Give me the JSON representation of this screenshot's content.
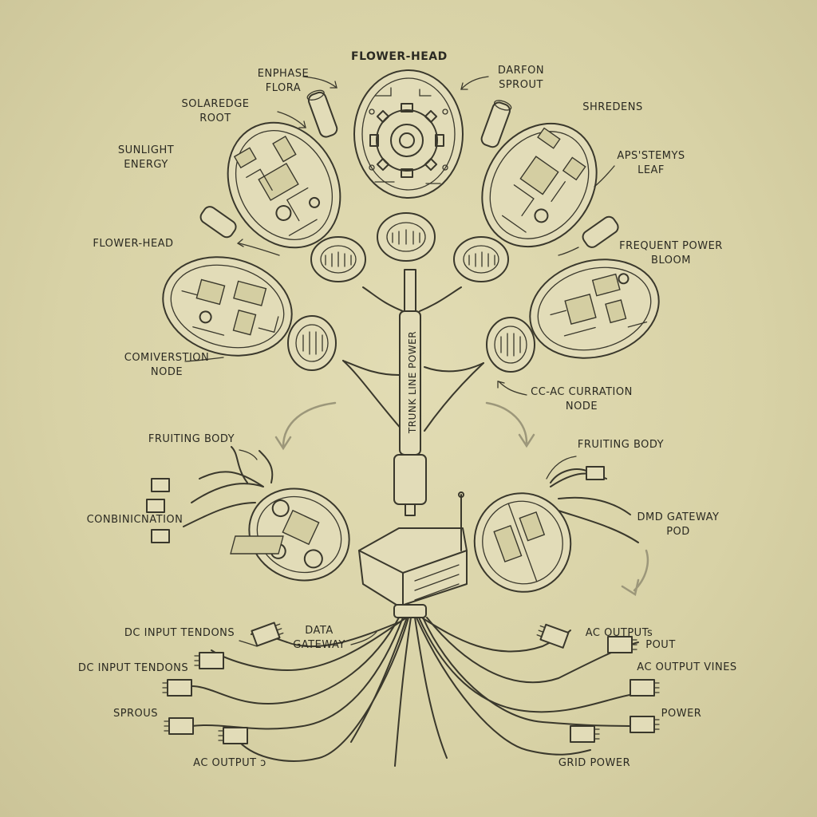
{
  "title": "FLOWER-HEAD",
  "trunk_text": "TRUNK LINE POWER",
  "labels": {
    "enphase_flora": "ENPHASE\nFLORA",
    "darfon_sprout": "DARFON\nSPROUT",
    "solaredge_root": "SOLAREDGE\nROOT",
    "shredens": "SHREDENS",
    "sunlight_energy": "SUNLIGHT\nENERGY",
    "apsystemys_leaf": "APS'STEMYS\nLEAF",
    "flower_head_left": "FLOWER-HEAD",
    "frequent_power_bloom": "FREQUENT POWER\nBLOOM",
    "comiverstion_node": "COMIVERSTION\nNODE",
    "cc_ac_curration_node": "CC-AC CURRATION\nNODE",
    "fruiting_body_left": "FRUITING BODY",
    "fruiting_body_right": "FRUITING BODY",
    "conbinicnation": "CONBINICNATION",
    "dmd_gateway_pod": "DMD GATEWAY\nPOD",
    "data_gateway": "DATA\nGATEWAY",
    "dc_input_tendons_1": "DC INPUT TENDONS",
    "dc_input_tendons_2": "DC INPUT TENDONS",
    "sprous": "SPROUS",
    "ac_output_left": "AC OUTPUT ɔ",
    "ac_outputs": "AC OUTPUTs",
    "pout": "POUT",
    "ac_output_vines": "AC OUTPUT VINES",
    "power": "POWER",
    "grid_power": "GRID POWER"
  },
  "colors": {
    "paper": "#d9d4a9",
    "ink": "#3a382c",
    "faint_arrow": "#9c977a"
  },
  "icons": [
    "gear-icon",
    "circuit-board-icon",
    "capacitor-icon",
    "connector-plug-icon",
    "antenna-icon"
  ]
}
